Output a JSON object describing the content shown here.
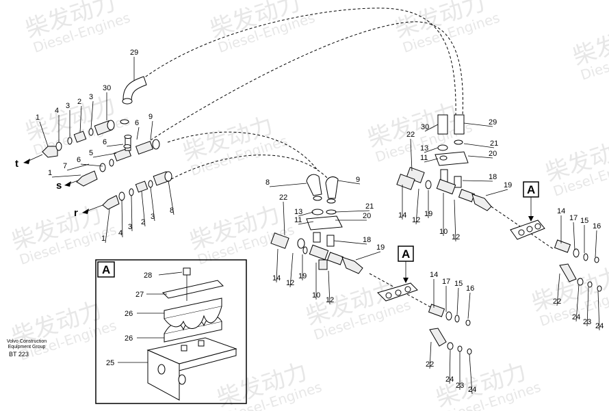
{
  "watermark": {
    "logo_text": "柴发动力",
    "sub_text": "Diesel-Engines"
  },
  "credit": {
    "line1": "Volvo Construction",
    "line2": "Equipment Group",
    "doc_number": "BT 223"
  },
  "detail_box": {
    "title": "A",
    "labels": [
      "28",
      "27",
      "26",
      "26",
      "25"
    ]
  },
  "line_markers": [
    "t",
    "s",
    "r"
  ],
  "section_markers": [
    "A",
    "A"
  ],
  "callouts": {
    "left_group": [
      "29",
      "30",
      "1",
      "4",
      "3",
      "2",
      "3",
      "6",
      "9",
      "6",
      "5",
      "6",
      "7",
      "1",
      "8",
      "1",
      "4",
      "3",
      "2",
      "3"
    ],
    "center_group": [
      "8",
      "9",
      "22",
      "13",
      "21",
      "11",
      "20",
      "18",
      "19",
      "14",
      "12",
      "19",
      "10",
      "12",
      "14",
      "17",
      "15",
      "16",
      "22",
      "24",
      "23",
      "24"
    ],
    "right_group": [
      "30",
      "29",
      "22",
      "13",
      "21",
      "11",
      "20",
      "18",
      "19",
      "14",
      "12",
      "19",
      "10",
      "12",
      "14",
      "17",
      "15",
      "16",
      "22",
      "24",
      "23",
      "24"
    ]
  }
}
